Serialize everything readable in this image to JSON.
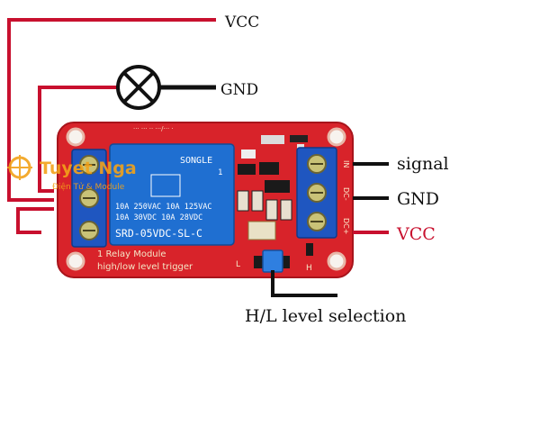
{
  "labels": {
    "vcc_top": "VCC",
    "gnd_top": "GND",
    "signal": "signal",
    "gnd_right": "GND",
    "vcc_right": "VCC",
    "selection": "H/L level selection"
  },
  "board": {
    "relay_brand": "SONGLE",
    "relay_rating_1": "10A 250VAC  10A 125VAC",
    "relay_rating_2": "10A 30VDC  10A 28VDC",
    "relay_model": "SRD-05VDC-SL-C",
    "module_line_1": "1 Relay   Module",
    "module_line_2": "high/low  level trigger",
    "pin_in": "IN",
    "pin_dcminus": "DC-",
    "pin_dcplus": "DC+",
    "jumper_l": "L",
    "jumper_h": "H",
    "relay_digit": "1"
  },
  "watermark": {
    "title": "Tuyet Nga",
    "subtitle": "Điện Tử & Module"
  },
  "colors": {
    "board": "#d8232a",
    "wire_red": "#c8102e",
    "wire_black": "#111111",
    "relay": "#1f6fd1",
    "terminal": "#1f56c0"
  }
}
